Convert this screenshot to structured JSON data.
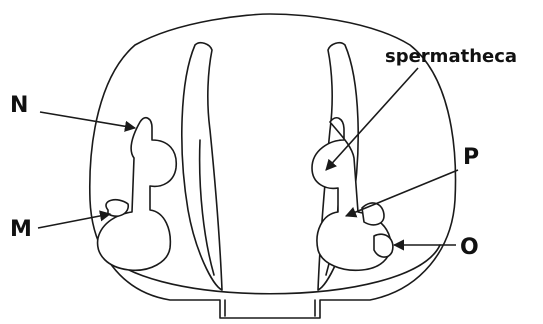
{
  "labels": {
    "n": "N",
    "m": "M",
    "spermatheca": "spermatheca",
    "p": "P",
    "o": "O"
  },
  "colors": {
    "ink": "#1a1a1a",
    "background": "#ffffff"
  }
}
